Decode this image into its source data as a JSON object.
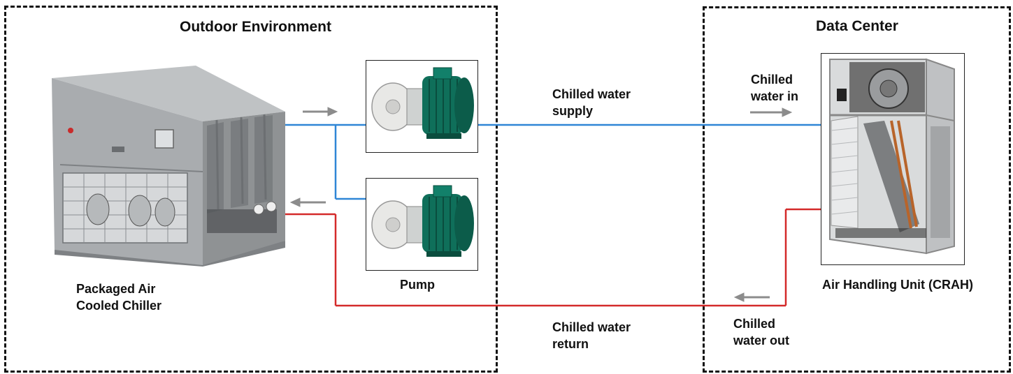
{
  "regions": {
    "outdoor": "Outdoor Environment",
    "datacenter": "Data Center"
  },
  "components": {
    "chiller": "Packaged Air\nCooled Chiller",
    "pump": "Pump",
    "crah": "Air Handling Unit (CRAH)"
  },
  "flows": {
    "supply": "Chilled water\nsupply",
    "return": "Chilled water\nreturn",
    "in": "Chilled\nwater in",
    "out": "Chilled\nwater out"
  },
  "colors": {
    "supply_line": "#2f86d6",
    "return_line": "#d42a2a",
    "arrow": "#8c8c8c",
    "pump_body": "#0f6f5a",
    "chiller_body": "#a9acaf"
  }
}
